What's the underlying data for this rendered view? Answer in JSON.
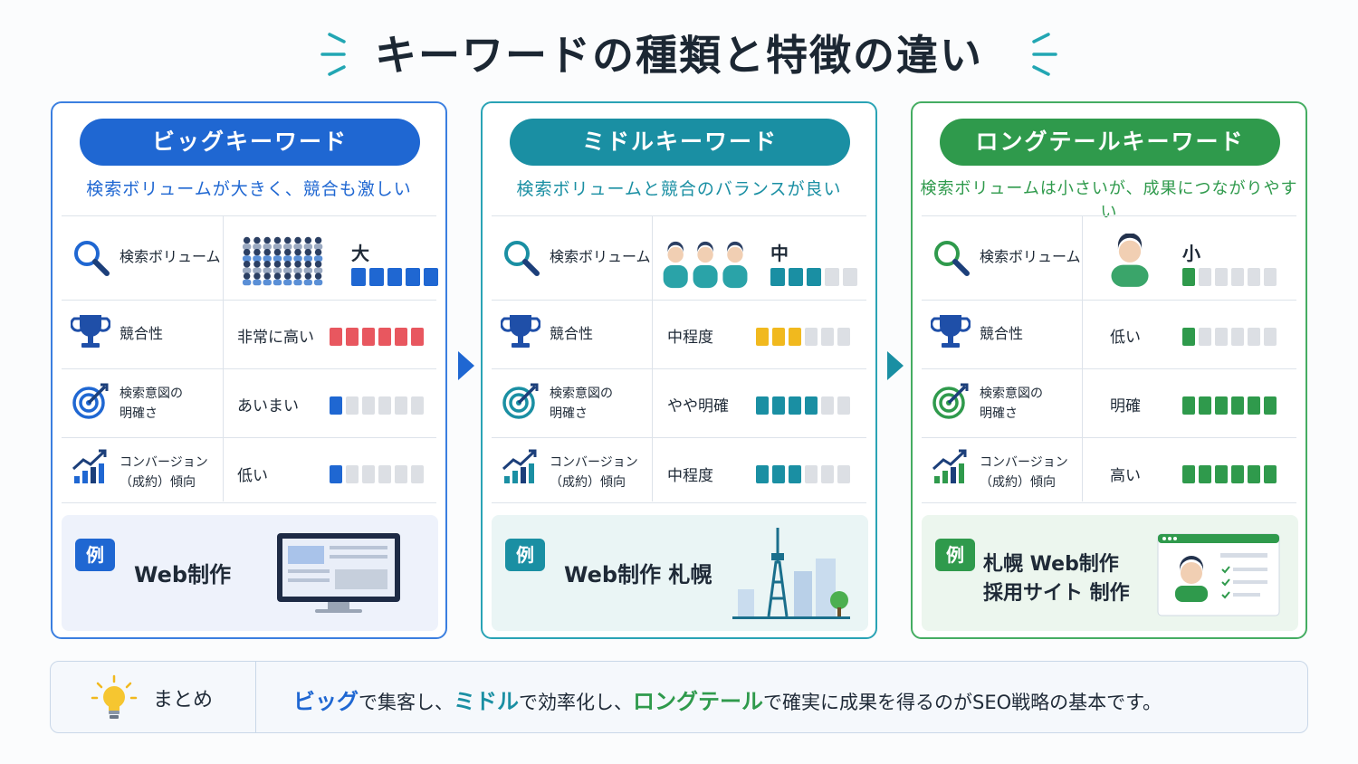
{
  "title": "キーワードの種類と特徴の違い",
  "colors": {
    "big": "#1f67d2",
    "middle": "#1a8fa3",
    "long": "#2f9a4c",
    "red": "#e8575f",
    "yellow": "#f1b91e",
    "gray": "#dcdfe4"
  },
  "cards": [
    {
      "name": "ビッグキーワード",
      "subtitle": "検索ボリュームが大きく、競合も激しい",
      "volume_label": "検索ボリューム",
      "volume_value": "大",
      "volume_level": 5,
      "competition_label": "競合性",
      "competition_value": "非常に高い",
      "competition_level": 6,
      "intent_label_1": "検索意図の",
      "intent_label_2": "明確さ",
      "intent_value": "あいまい",
      "intent_level": 1,
      "conversion_label_1": "コンバージョン",
      "conversion_label_2": "（成約）傾向",
      "conversion_value": "低い",
      "conversion_level": 1,
      "example_badge": "例",
      "example_text": "Web制作"
    },
    {
      "name": "ミドルキーワード",
      "subtitle": "検索ボリュームと競合のバランスが良い",
      "volume_label": "検索ボリューム",
      "volume_value": "中",
      "volume_level": 3,
      "competition_label": "競合性",
      "competition_value": "中程度",
      "competition_level": 3,
      "intent_label_1": "検索意図の",
      "intent_label_2": "明確さ",
      "intent_value": "やや明確",
      "intent_level": 4,
      "conversion_label_1": "コンバージョン",
      "conversion_label_2": "（成約）傾向",
      "conversion_value": "中程度",
      "conversion_level": 3,
      "example_badge": "例",
      "example_text": "Web制作 札幌"
    },
    {
      "name": "ロングテールキーワード",
      "subtitle": "検索ボリュームは小さいが、成果につながりやすい",
      "volume_label": "検索ボリューム",
      "volume_value": "小",
      "volume_level": 1,
      "competition_label": "競合性",
      "competition_value": "低い",
      "competition_level": 1,
      "intent_label_1": "検索意図の",
      "intent_label_2": "明確さ",
      "intent_value": "明確",
      "intent_level": 6,
      "conversion_label_1": "コンバージョン",
      "conversion_label_2": "（成約）傾向",
      "conversion_value": "高い",
      "conversion_level": 6,
      "example_badge": "例",
      "example_text_1": "札幌 Web制作",
      "example_text_2": "採用サイト 制作"
    }
  ],
  "summary": {
    "label": "まとめ",
    "hl_big": "ビッグ",
    "t1": "で集客し、",
    "hl_middle": "ミドル",
    "t2": "で効率化し、",
    "hl_long": "ロングテール",
    "t3": "で確実に成果を得るのがSEO戦略の基本です。"
  }
}
